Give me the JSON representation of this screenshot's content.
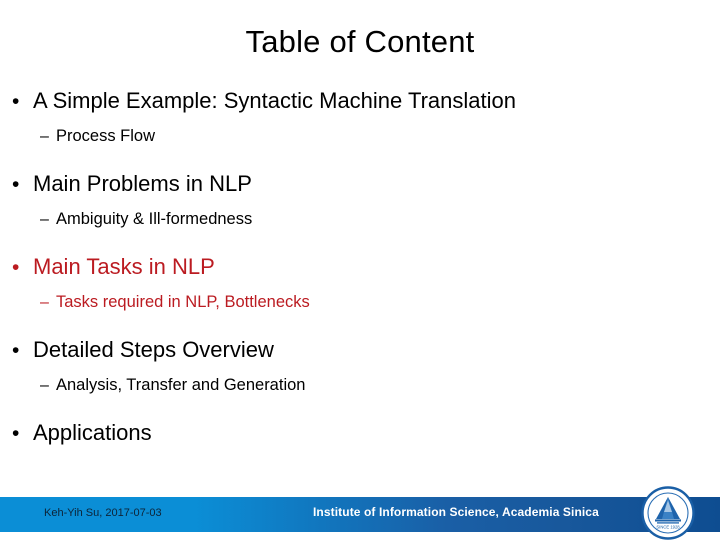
{
  "slide": {
    "title": "Table of Content",
    "title_color": "#000000",
    "background": "#ffffff",
    "accent_red": "#bb1b21",
    "bullet_glyph": "•",
    "dash_glyph": "–",
    "outline": [
      {
        "level1": "A Simple Example: Syntactic Machine Translation",
        "level2": "Process Flow",
        "color": "#000000"
      },
      {
        "level1": "Main Problems in NLP",
        "level2": "Ambiguity & Ill-formedness",
        "color": "#000000"
      },
      {
        "level1": "Main Tasks in NLP",
        "level2": "Tasks required in NLP, Bottlenecks",
        "color": "#bb1b21"
      },
      {
        "level1": "Detailed Steps Overview",
        "level2": "Analysis, Transfer and Generation",
        "color": "#000000"
      },
      {
        "level1": "Applications",
        "level2": "",
        "color": "#000000"
      }
    ]
  },
  "footer": {
    "author_date": "Keh-Yih Su,  2017-07-03",
    "institute": "Institute of Information Science, Academia Sinica",
    "bar_color_left": "#0b8ed6",
    "bar_color_right": "#0e4d91",
    "logo_caption": "SINCE 1928"
  }
}
